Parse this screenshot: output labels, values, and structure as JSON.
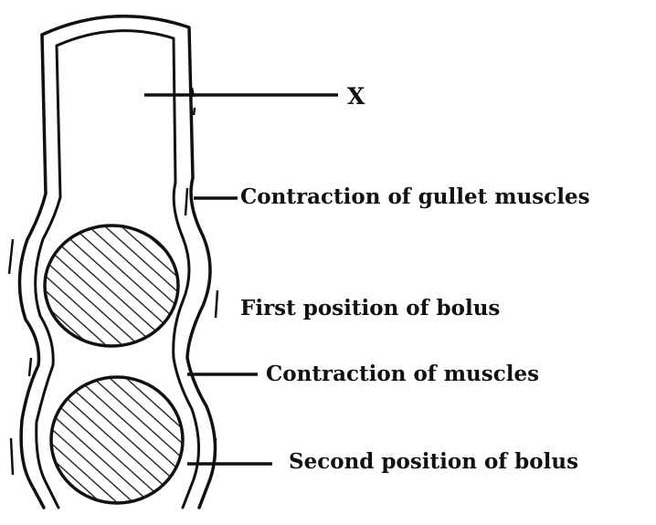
{
  "labels": {
    "x": "X",
    "gullet_contraction": "Contraction of gullet muscles",
    "first_bolus": "First position of bolus",
    "muscle_contraction": "Contraction of muscles",
    "second_bolus": "Second position of bolus"
  },
  "colors": {
    "ink": "#111111",
    "background": "#ffffff"
  }
}
